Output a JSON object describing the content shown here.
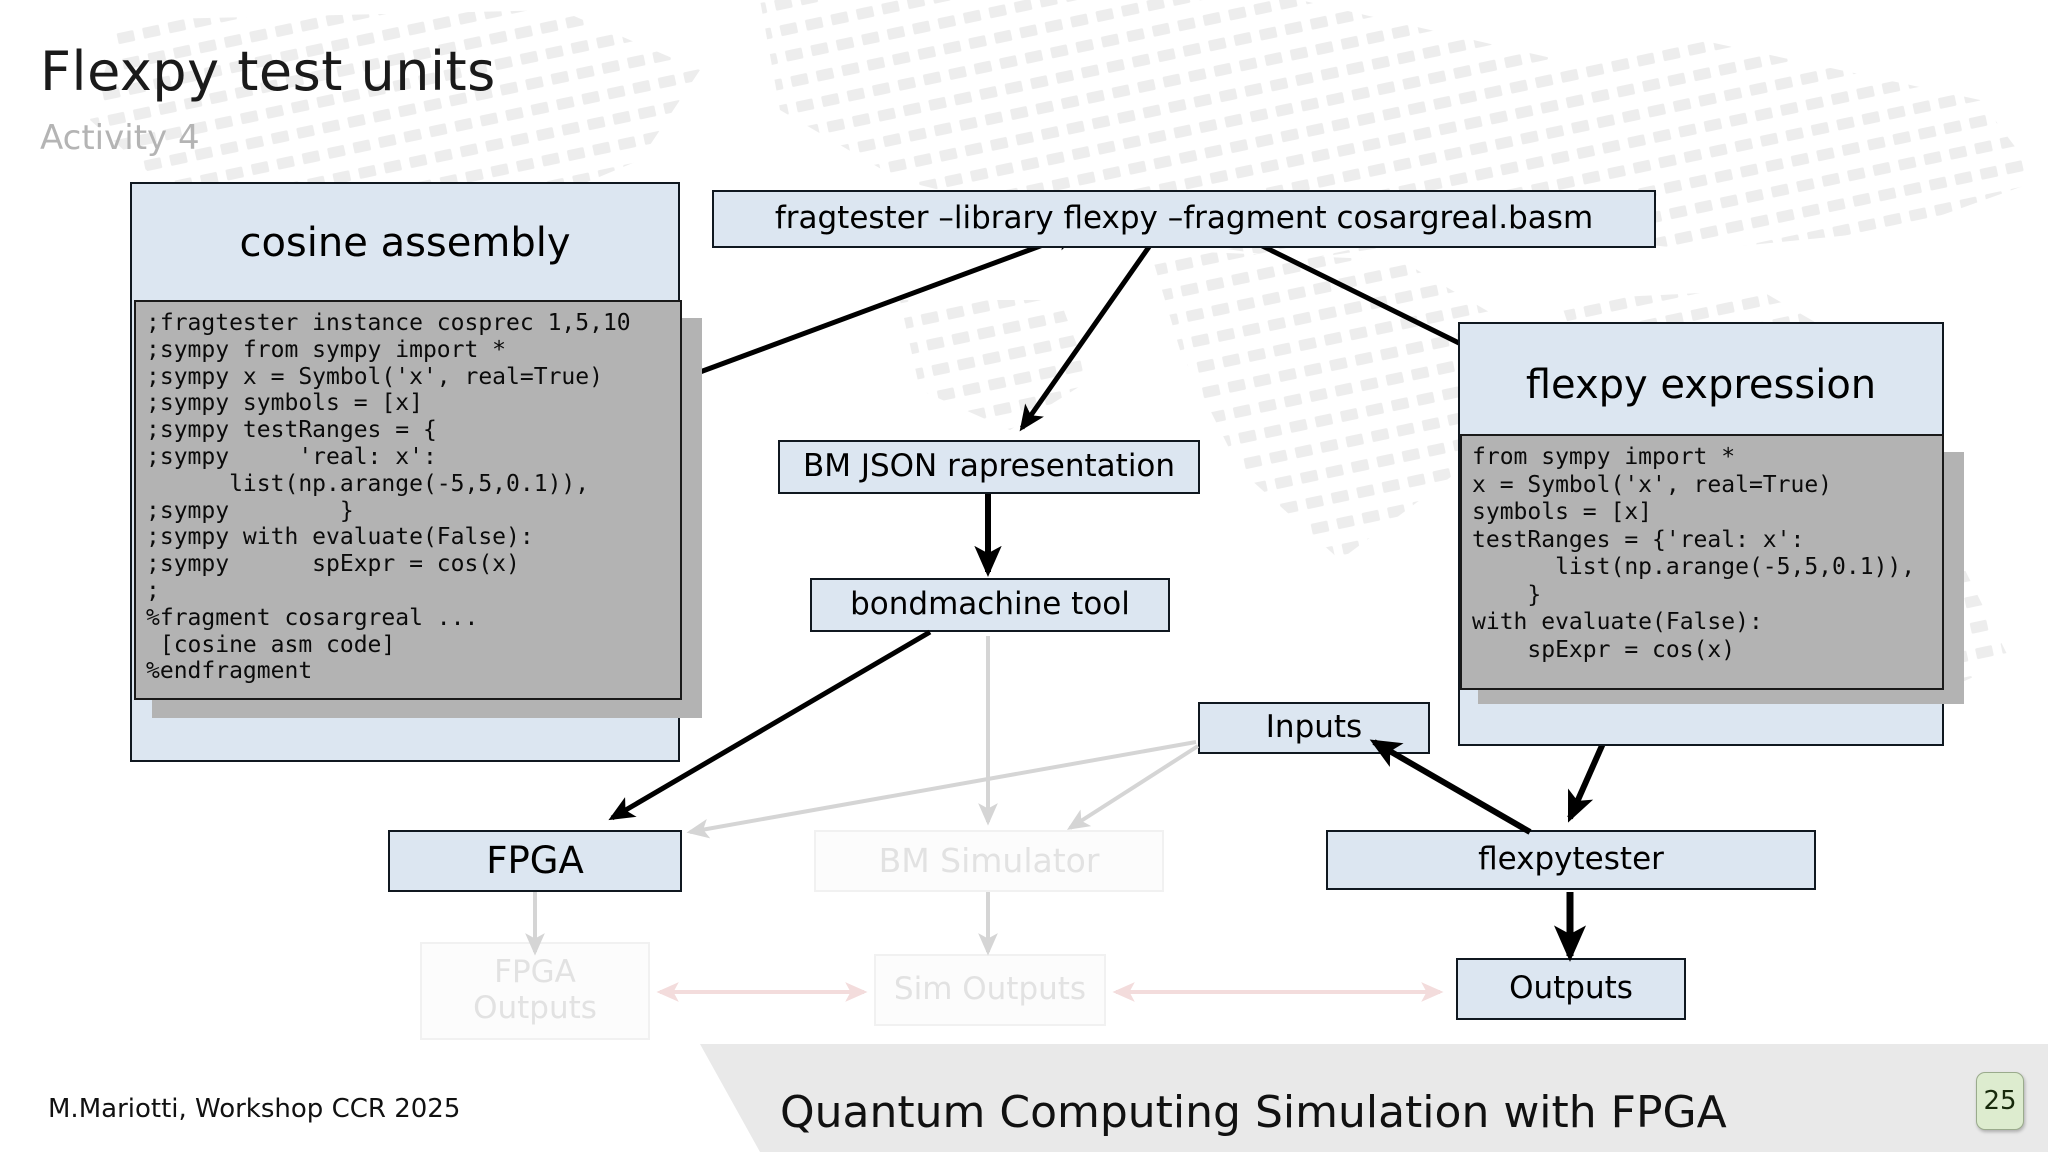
{
  "slide": {
    "title": "Flexpy test units",
    "subtitle": "Activity 4"
  },
  "colors": {
    "box_fill": "#dce6f1",
    "box_border": "#101820",
    "code_fill": "#b3b3b3",
    "ghost_text": "#e2e2e2",
    "badge_fill": "#ddeccf",
    "faded_arrow": "#d5d5d5",
    "faded_arrow_pink": "#f5dede"
  },
  "diagram": {
    "command_box": {
      "label": "fragtester –library flexpy –fragment cosargreal.basm"
    },
    "cosine_card": {
      "title": "cosine assembly",
      "code": ";fragtester instance cosprec 1,5,10\n;sympy from sympy import *\n;sympy x = Symbol('x', real=True)\n;sympy symbols = [x]\n;sympy testRanges = {\n;sympy     'real: x':\n      list(np.arange(-5,5,0.1)),\n;sympy        }\n;sympy with evaluate(False):\n;sympy      spExpr = cos(x)\n;\n%fragment cosargreal ...\n [cosine asm code]\n%endfragment"
    },
    "flexpy_card": {
      "title": "flexpy expression",
      "code": "from sympy import *\nx = Symbol('x', real=True)\nsymbols = [x]\ntestRanges = {'real: x':\n      list(np.arange(-5,5,0.1)),\n    }\nwith evaluate(False):\n    spExpr = cos(x)"
    },
    "boxes": [
      {
        "id": "bm-json",
        "label": "BM JSON rapresentation",
        "ghost": false
      },
      {
        "id": "bondmachine",
        "label": "bondmachine tool",
        "ghost": false
      },
      {
        "id": "inputs",
        "label": "Inputs",
        "ghost": false
      },
      {
        "id": "fpga",
        "label": "FPGA",
        "ghost": false
      },
      {
        "id": "bm-simulator",
        "label": "BM Simulator",
        "ghost": true
      },
      {
        "id": "flexpytester",
        "label": "flexpytester",
        "ghost": false
      },
      {
        "id": "fpga-outputs",
        "label": "FPGA\nOutputs",
        "ghost": true
      },
      {
        "id": "sim-outputs",
        "label": "Sim Outputs",
        "ghost": true
      },
      {
        "id": "outputs",
        "label": "Outputs",
        "ghost": false
      }
    ]
  },
  "footer": {
    "author": "M.Mariotti, Workshop CCR 2025",
    "center": "Quantum Computing Simulation with FPGA",
    "page": "25"
  }
}
